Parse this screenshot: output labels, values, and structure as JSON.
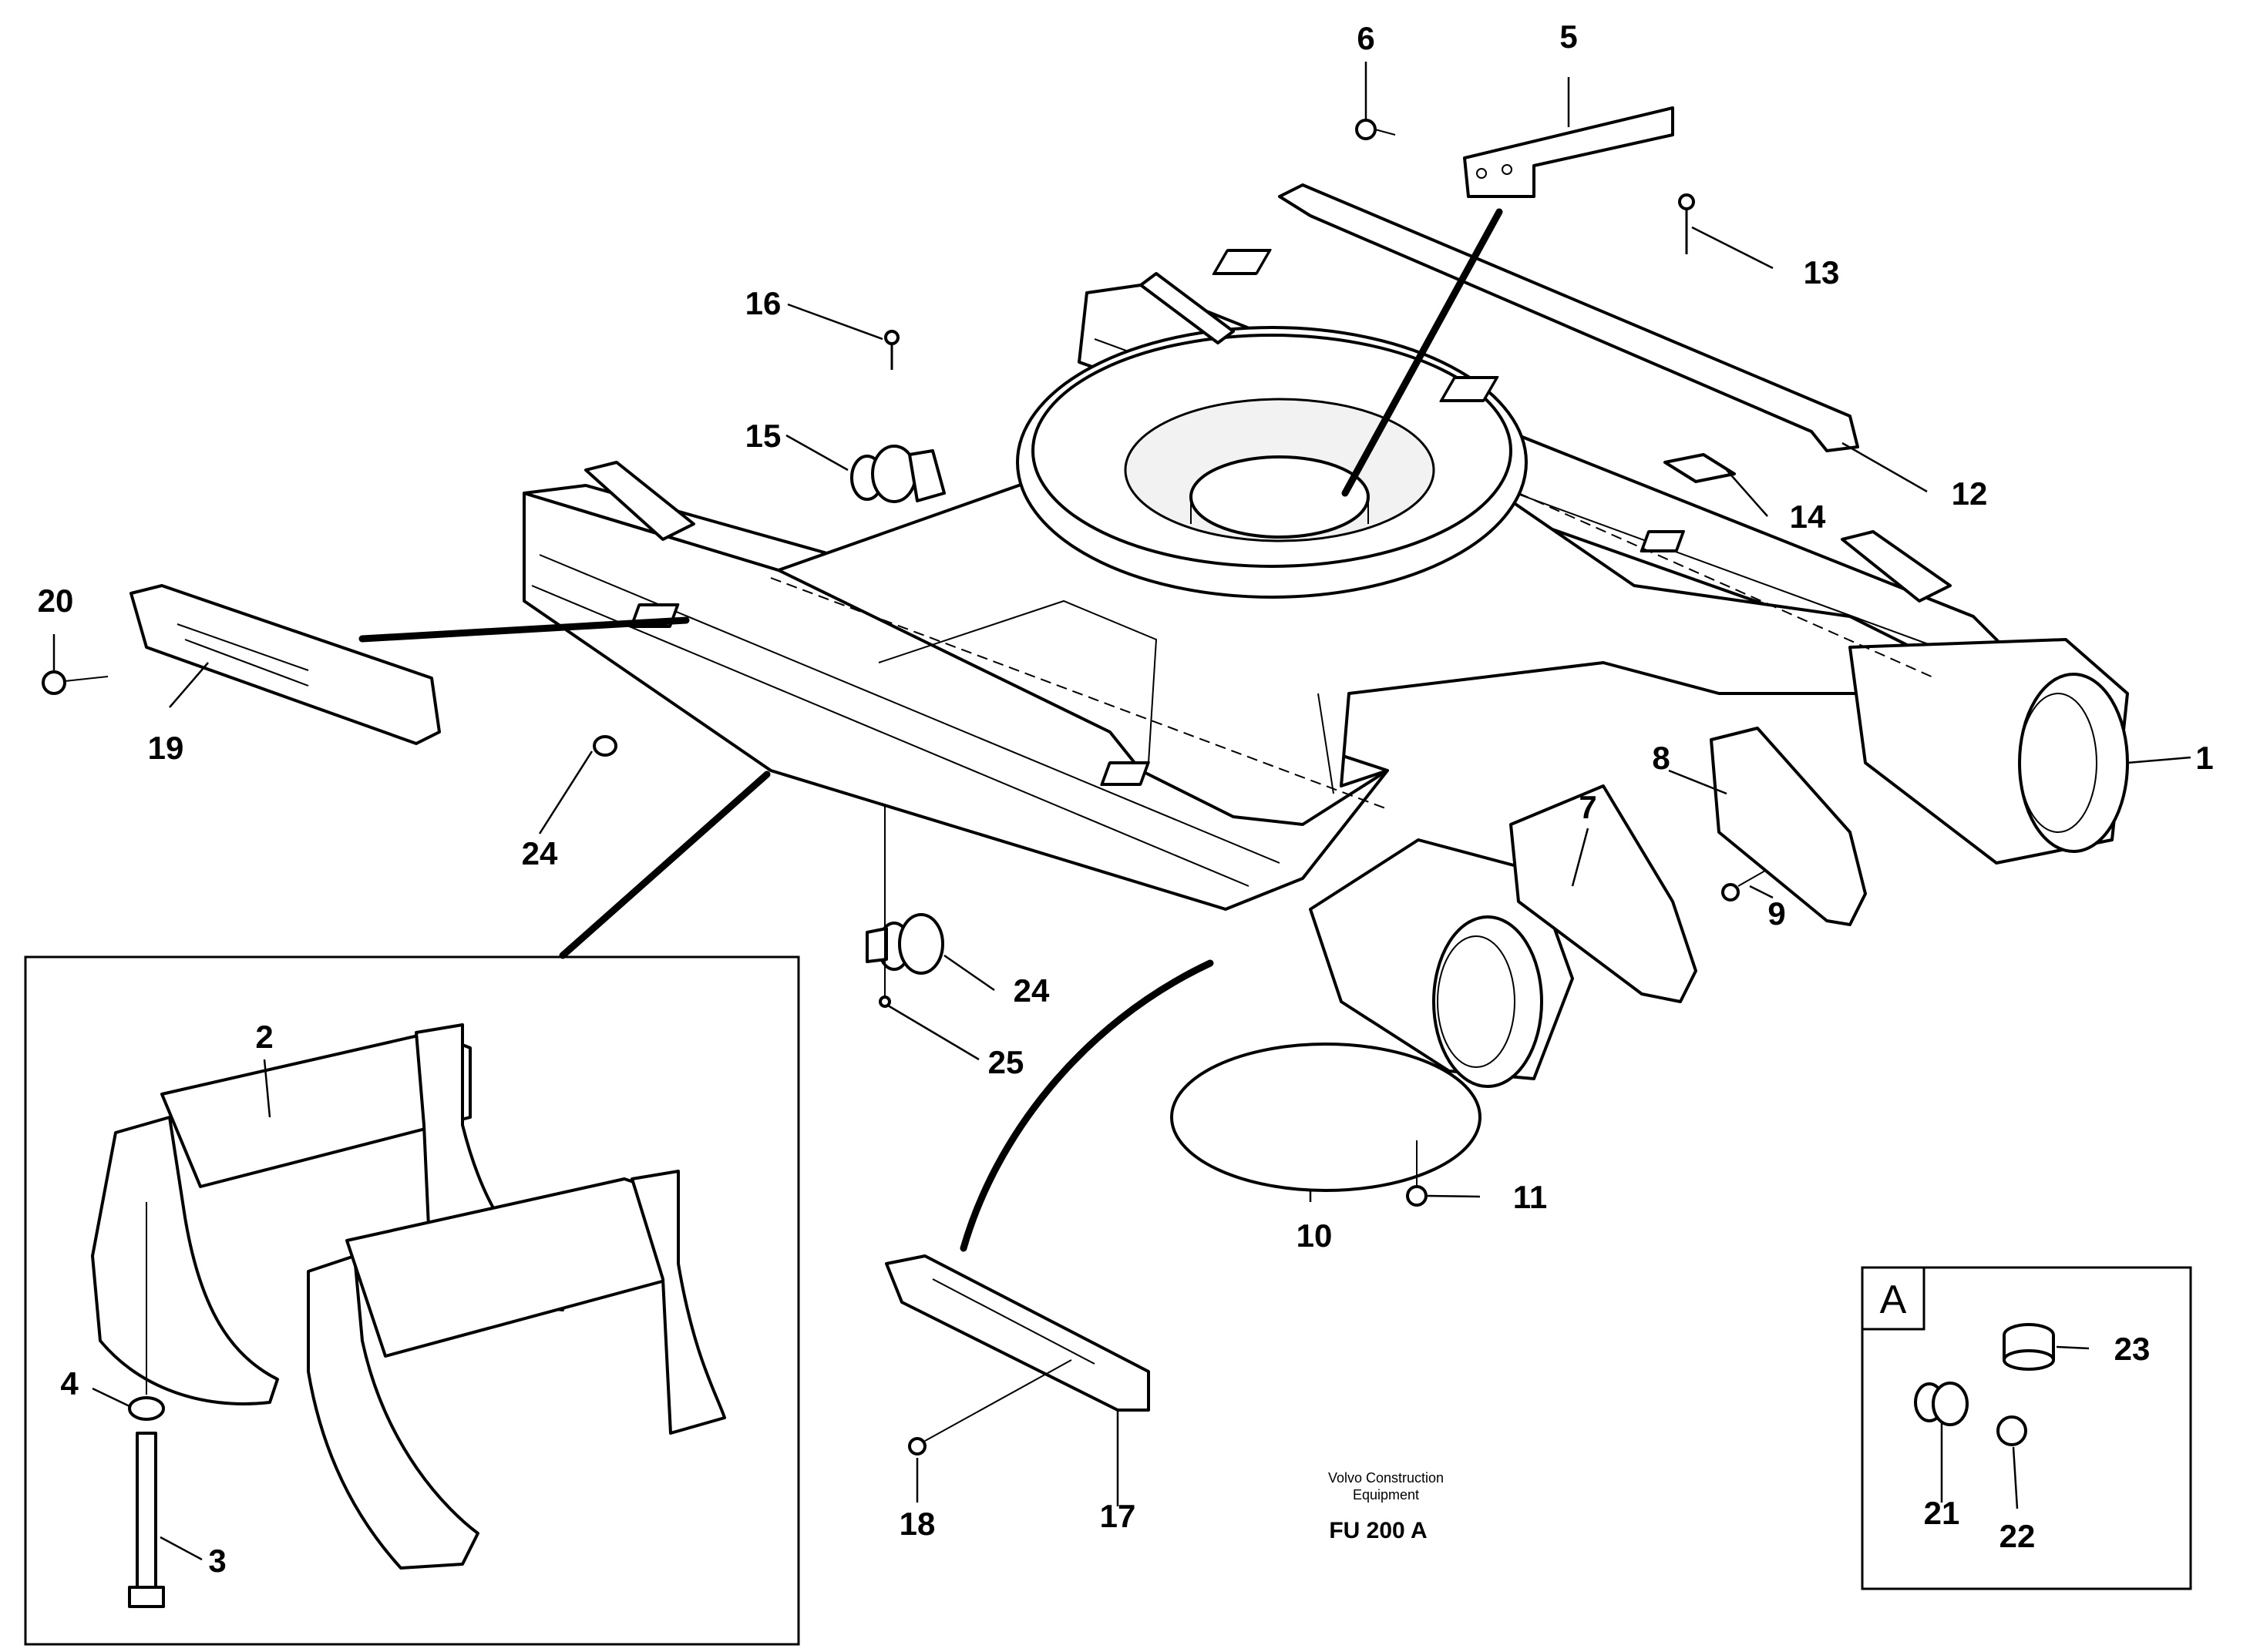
{
  "diagram": {
    "callouts": [
      "1",
      "2",
      "3",
      "4",
      "5",
      "6",
      "7",
      "8",
      "9",
      "10",
      "11",
      "12",
      "13",
      "14",
      "15",
      "16",
      "17",
      "18",
      "19",
      "20",
      "21",
      "22",
      "23",
      "24",
      "24",
      "25"
    ],
    "caption": {
      "line1": "Volvo Construction",
      "line2": "Equipment",
      "code": "FU 200 A"
    },
    "detail_box_letter": "A"
  }
}
